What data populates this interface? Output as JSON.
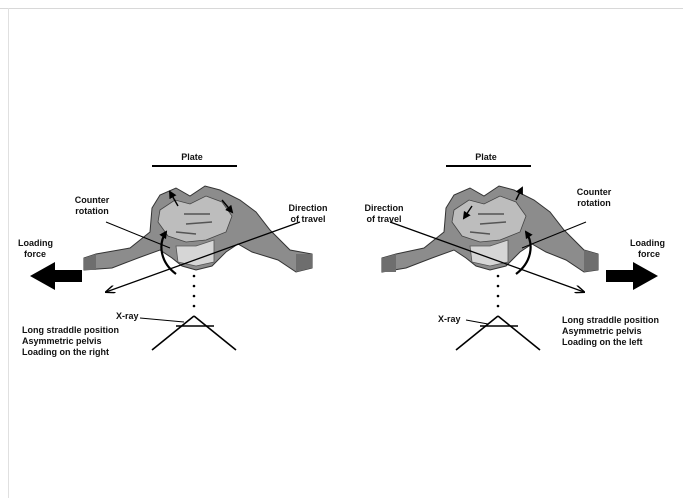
{
  "left": {
    "plate": "Plate",
    "counter_rotation": [
      "Counter",
      "rotation"
    ],
    "direction": [
      "Direction",
      "of travel"
    ],
    "loading_force": [
      "Loading",
      "force"
    ],
    "xray": "X-ray",
    "description": [
      "Long straddle position",
      "Asymmetric pelvis",
      "Loading on the right"
    ]
  },
  "right": {
    "plate": "Plate",
    "counter_rotation": [
      "Counter",
      "rotation"
    ],
    "direction": [
      "Direction",
      "of travel"
    ],
    "loading_force": [
      "Loading",
      "force"
    ],
    "xray": "X-ray",
    "description": [
      "Long straddle position",
      "Asymmetric pelvis",
      "Loading on the left"
    ]
  }
}
